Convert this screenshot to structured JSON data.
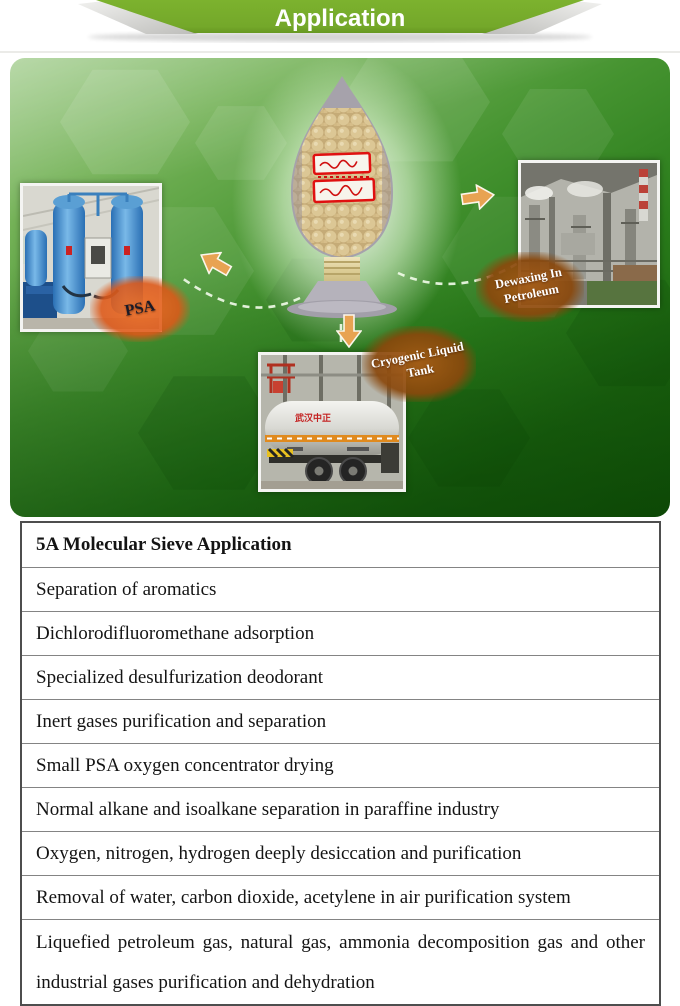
{
  "banner": {
    "title": "Application"
  },
  "collage": {
    "psa_label": "PSA",
    "cryogenic_label": "Cryogenic Liquid Tank",
    "dewaxing_label": "Dewaxing In Petroleum",
    "truck_text": "武汉中正",
    "colors": {
      "banner_green": "#74a82a",
      "background_light_green": "#9dca87",
      "background_dark_green": "#145809",
      "bubble_orange": "#de5818",
      "bubble_brown": "#8a480c"
    }
  },
  "table": {
    "header": "5A Molecular Sieve Application",
    "rows": [
      "Separation of aromatics",
      "Dichlorodifluoromethane adsorption",
      "Specialized desulfurization deodorant",
      "Inert gases purification and separation",
      "Small PSA oxygen concentrator drying",
      "Normal alkane and isoalkane separation in paraffine industry",
      "Oxygen, nitrogen, hydrogen deeply desiccation and purification",
      "Removal of water, carbon dioxide, acetylene in air purification system",
      "Liquefied petroleum gas, natural gas, ammonia decomposition gas and other industrial gases purification and dehydration"
    ]
  }
}
